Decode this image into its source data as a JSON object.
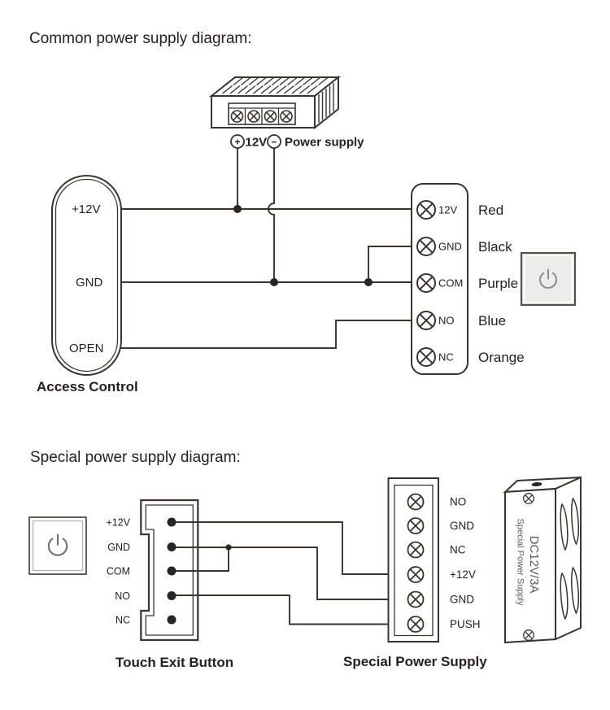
{
  "colors": {
    "line": "#3a3330",
    "dot": "#2a2422",
    "text": "#262120",
    "muted": "#5d5a58",
    "btnfill": "#ececea",
    "btnborder": "#55504d"
  },
  "common": {
    "title": "Common power supply diagram:",
    "power_supply": {
      "plus_symbol": "+",
      "minus_symbol": "−",
      "voltage": "12V",
      "label": "Power supply"
    },
    "access_control": {
      "caption": "Access Control",
      "terminals": [
        "+12V",
        "GND",
        "OPEN"
      ]
    },
    "terminal_block": {
      "rows": [
        {
          "terminal": "12V",
          "wire_color": "Red"
        },
        {
          "terminal": "GND",
          "wire_color": "Black"
        },
        {
          "terminal": "COM",
          "wire_color": "Purple"
        },
        {
          "terminal": "NO",
          "wire_color": "Blue"
        },
        {
          "terminal": "NC",
          "wire_color": "Orange"
        }
      ]
    }
  },
  "special": {
    "title": "Special power supply diagram:",
    "exit_button": {
      "caption": "Touch Exit Button",
      "pins": [
        "+12V",
        "GND",
        "COM",
        "NO",
        "NC"
      ]
    },
    "supply_block": {
      "caption": "Special Power Supply",
      "terminals": [
        "NO",
        "GND",
        "NC",
        "+12V",
        "GND",
        "PUSH"
      ]
    },
    "supply_box": {
      "model": "DC12V/3A",
      "name": "Special Power Supply"
    }
  }
}
